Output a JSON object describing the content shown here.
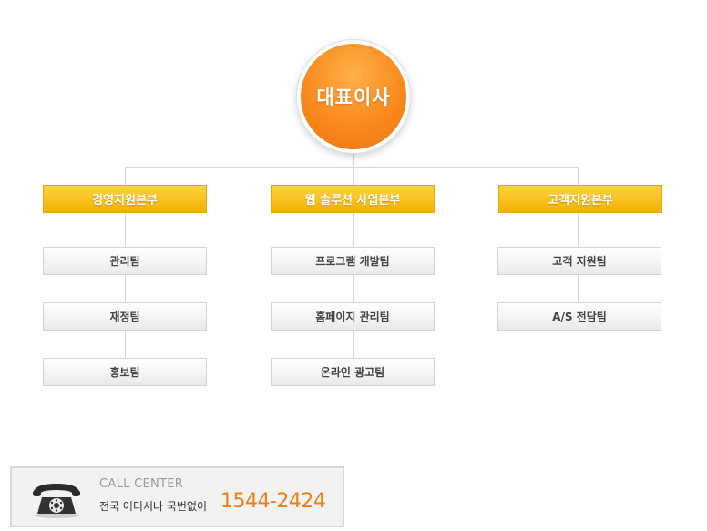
{
  "org_chart": {
    "ceo": {
      "label": "대표이사"
    },
    "departments": [
      {
        "label": "경영지원본부",
        "teams": [
          {
            "label": "관리팀"
          },
          {
            "label": "재정팀"
          },
          {
            "label": "홍보팀"
          }
        ]
      },
      {
        "label": "웹 솔루션 사업본부",
        "teams": [
          {
            "label": "프로그램 개발팀"
          },
          {
            "label": "홈페이지 관리팀"
          },
          {
            "label": "온라인 광고팀"
          }
        ]
      },
      {
        "label": "고객지원본부",
        "teams": [
          {
            "label": "고객 지원팀"
          },
          {
            "label": "A/S 전담팀"
          }
        ]
      }
    ]
  },
  "call_center": {
    "title": "CALL CENTER",
    "subtitle": "전국 어디서나 국번없이",
    "number": "1544-2424",
    "icon": "telephone-icon"
  },
  "colors": {
    "ceo_orange": "#f98a1c",
    "dept_yellow": "#f9c21b",
    "phone_orange": "#f07f16",
    "connector_gray": "#d6d6d6"
  }
}
